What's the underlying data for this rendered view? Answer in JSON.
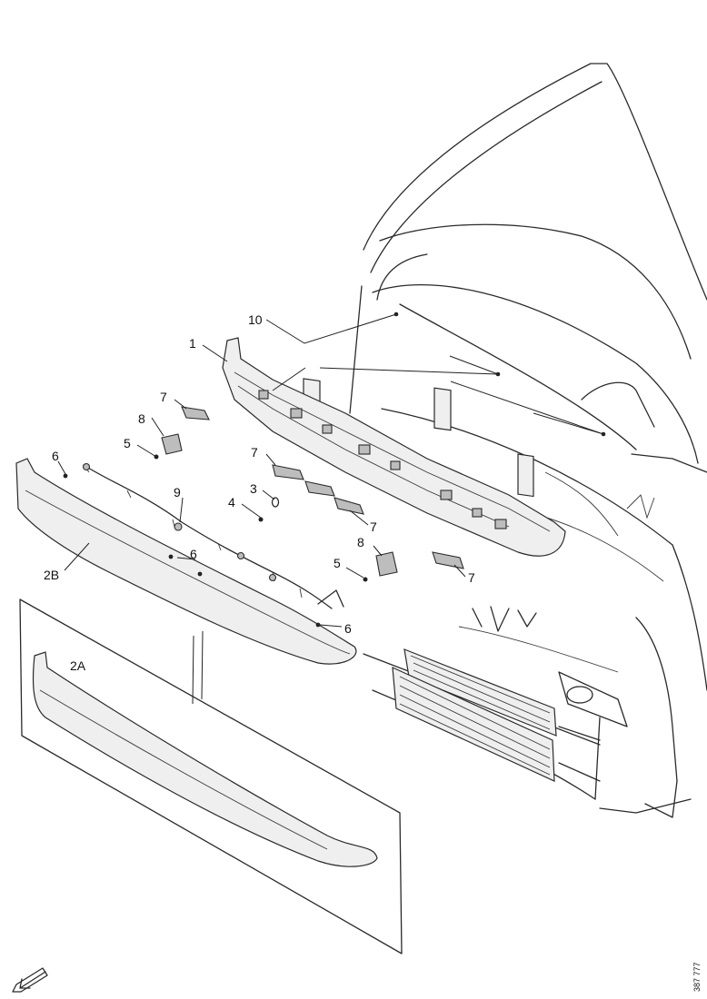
{
  "callouts": {
    "c1": "1",
    "c2a": "2A",
    "c2b": "2B",
    "c3": "3",
    "c4": "4",
    "c5a": "5",
    "c5b": "5",
    "c6a": "6",
    "c6b": "6",
    "c6c": "6",
    "c7a": "7",
    "c7b": "7",
    "c7c": "7",
    "c7d": "7",
    "c8a": "8",
    "c8b": "8",
    "c9": "9",
    "c10": "10"
  },
  "reference_number": "387 777",
  "icons": {
    "direction": "arrow-down-left-icon"
  }
}
